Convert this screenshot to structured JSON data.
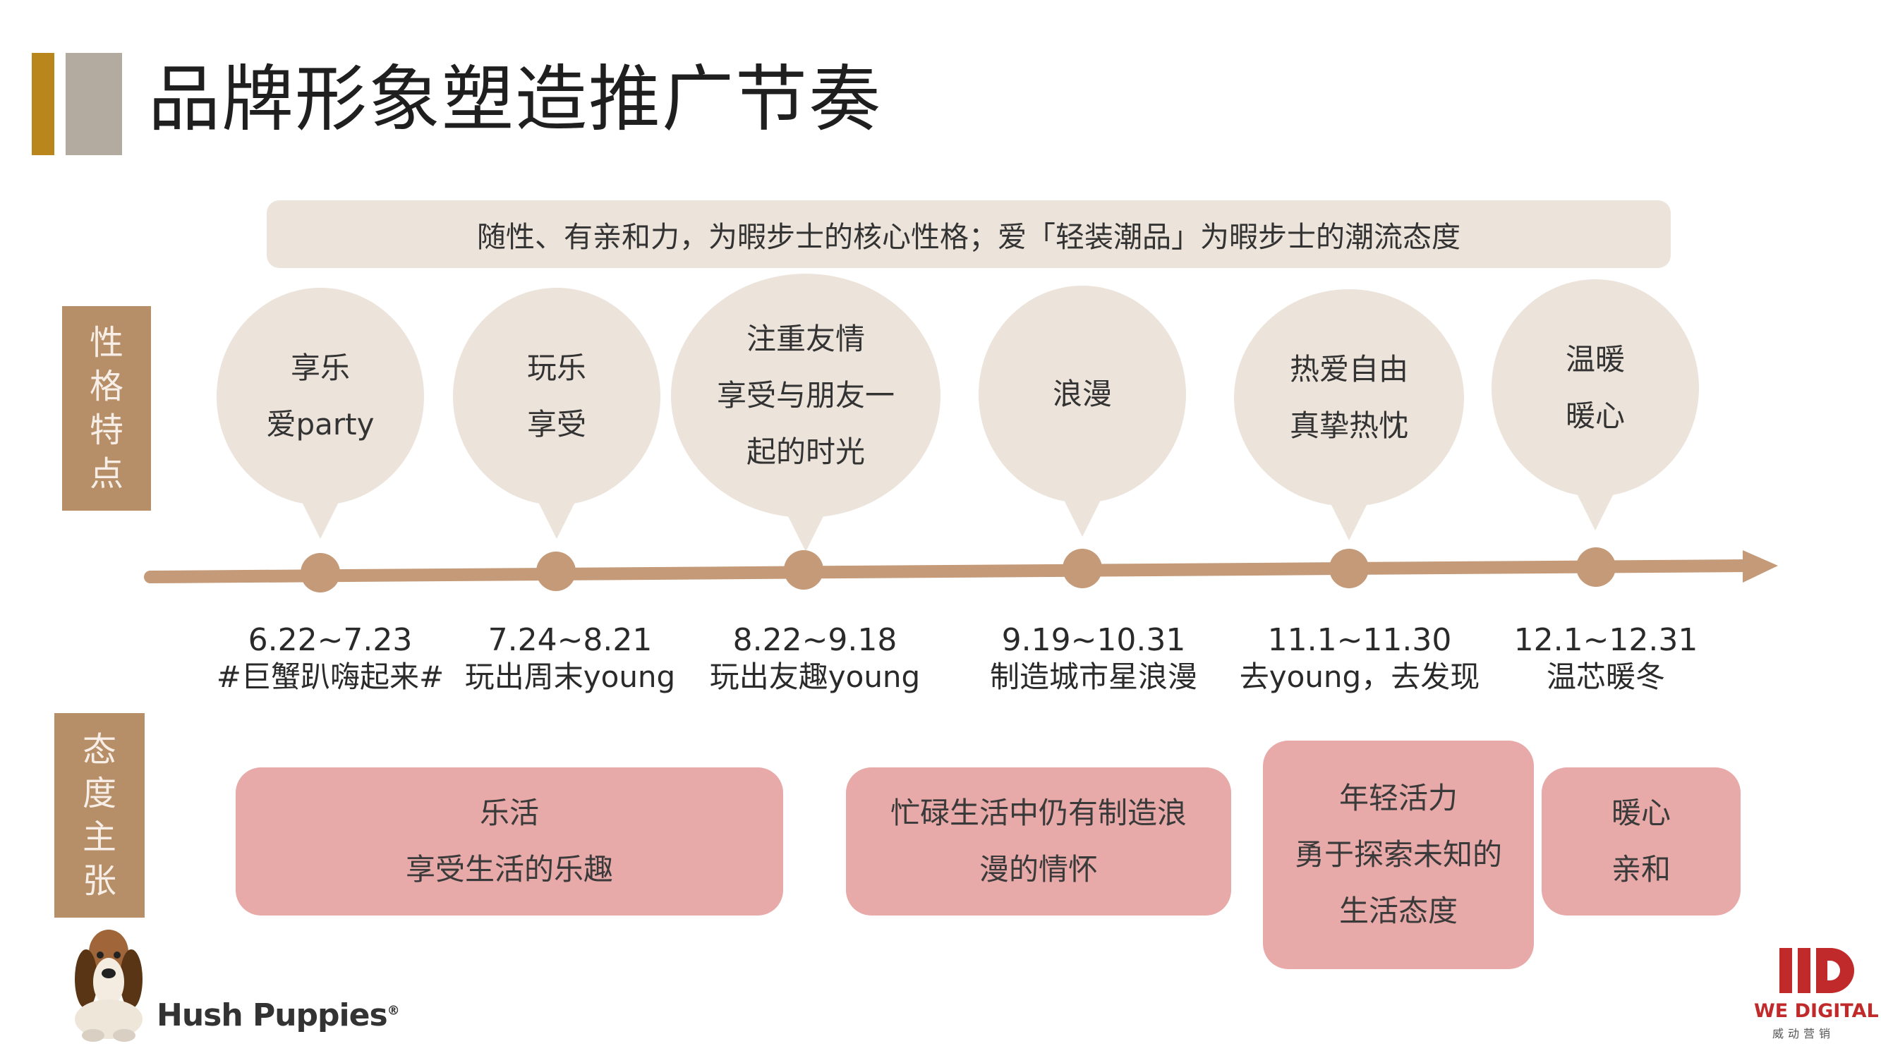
{
  "title": "品牌形象塑造推广节奏",
  "banner": "随性、有亲和力，为暇步士的核心性格；爱「轻装潮品」为暇步士的潮流态度",
  "labels": {
    "trait": [
      "性",
      "格",
      "特",
      "点"
    ],
    "attitude": [
      "态",
      "度",
      "主",
      "张"
    ]
  },
  "bubbles": [
    {
      "lines": [
        "享乐",
        "爱party"
      ]
    },
    {
      "lines": [
        "玩乐",
        "享受"
      ]
    },
    {
      "lines": [
        "注重友情",
        "享受与朋友一",
        "起的时光"
      ]
    },
    {
      "lines": [
        "浪漫"
      ]
    },
    {
      "lines": [
        "热爱自由",
        "真挚热忱"
      ]
    },
    {
      "lines": [
        "温暖",
        "暖心"
      ]
    }
  ],
  "timeline": [
    {
      "date": "6.22~7.23",
      "theme": "#巨蟹趴嗨起来#"
    },
    {
      "date": "7.24~8.21",
      "theme": "玩出周末young"
    },
    {
      "date": "8.22~9.18",
      "theme": "玩出友趣young"
    },
    {
      "date": "9.19~10.31",
      "theme": "制造城市星浪漫"
    },
    {
      "date": "11.1~11.30",
      "theme": "去young，去发现"
    },
    {
      "date": "12.1~12.31",
      "theme": "温芯暖冬"
    }
  ],
  "attitudes": [
    {
      "lines": [
        "乐活",
        "享受生活的乐趣"
      ]
    },
    {
      "lines": [
        "忙碌生活中仍有制造浪",
        "漫的情怀"
      ]
    },
    {
      "lines": [
        "年轻活力",
        "勇于探索未知的",
        "生活态度"
      ]
    },
    {
      "lines": [
        "暖心",
        "亲和"
      ]
    }
  ],
  "brand": {
    "name": "Hush Puppies",
    "mark": "®"
  },
  "agency": {
    "name": "WE DIGITAL",
    "sub": "威动营销"
  },
  "colors": {
    "gold": "#b8861a",
    "gray": "#b3aaa0",
    "beige": "#ece3da",
    "timeline": "#c49a78",
    "label": "#b68e68",
    "pink": "#e8a9a9",
    "agency_red": "#c12a2a"
  }
}
